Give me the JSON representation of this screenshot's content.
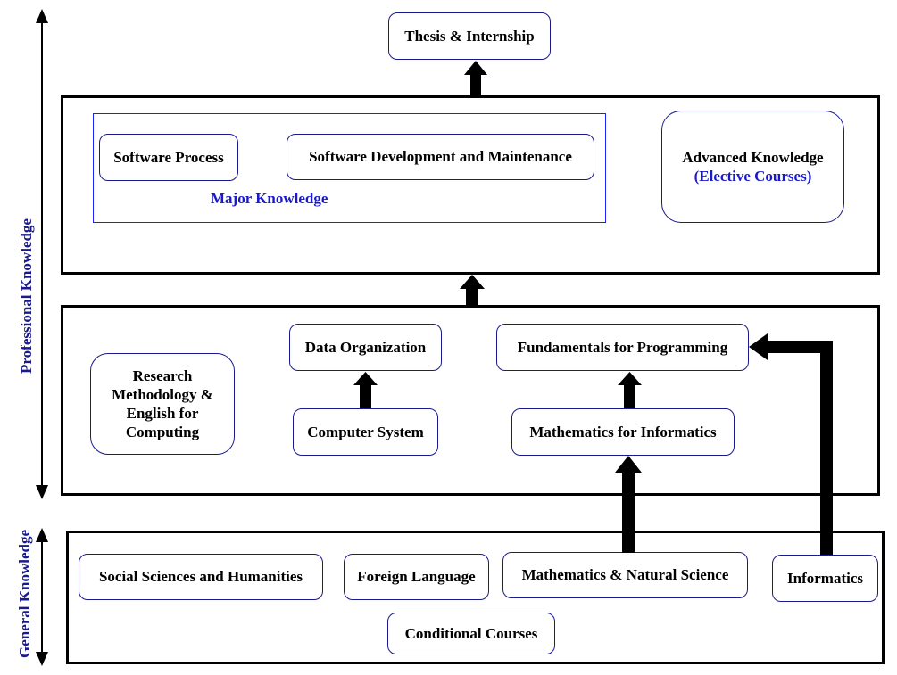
{
  "side_labels": {
    "professional": "Professional Knowledge",
    "general": "General Knowledge"
  },
  "top": {
    "thesis": "Thesis & Internship"
  },
  "professional_upper": {
    "major_group_label": "Major Knowledge",
    "software_process": "Software Process",
    "software_dev": "Software Development and Maintenance",
    "advanced_title": "Advanced Knowledge",
    "advanced_sub": "(Elective Courses)"
  },
  "professional_lower": {
    "research": [
      "Research",
      "Methodology &",
      "English for",
      "Computing"
    ],
    "data_org": "Data Organization",
    "computer_system": "Computer System",
    "fundamentals": "Fundamentals for Programming",
    "math_informatics": "Mathematics for Informatics"
  },
  "general": {
    "social": "Social Sciences and Humanities",
    "foreign": "Foreign Language",
    "math_natural": "Mathematics & Natural Science",
    "informatics": "Informatics",
    "conditional": "Conditional Courses"
  },
  "colors": {
    "border": "#000000",
    "node_border": "#1a1a8c",
    "accent_blue": "#1a1acc",
    "major_border": "#2020ff"
  }
}
